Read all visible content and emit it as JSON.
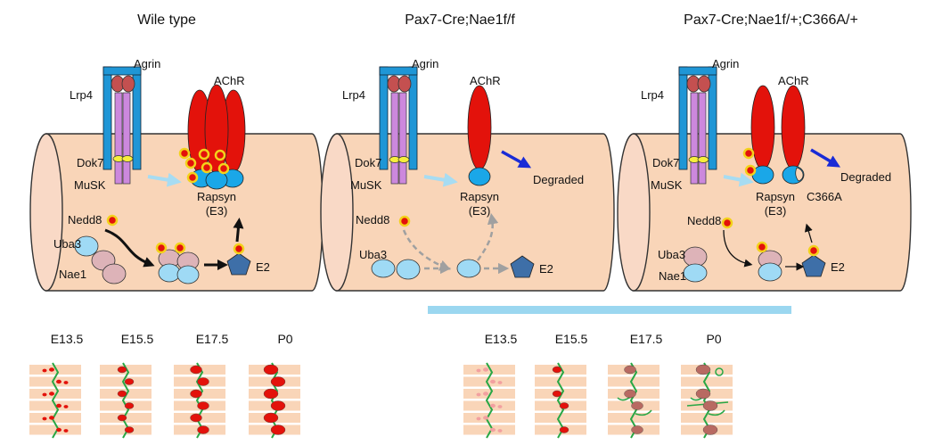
{
  "panels": [
    {
      "title": "Wile type",
      "labels": {
        "agrin": "Agrin",
        "lrp4": "Lrp4",
        "achr": "AChR",
        "dok7": "Dok7",
        "musk": "MuSK",
        "rapsyn": "Rapsyn",
        "e3": "(E3)",
        "nedd8": "Nedd8",
        "uba3": "Uba3",
        "nae1": "Nae1",
        "e2": "E2"
      }
    },
    {
      "title": "Pax7-Cre;Nae1f/f",
      "labels": {
        "agrin": "Agrin",
        "lrp4": "Lrp4",
        "achr": "AChR",
        "dok7": "Dok7",
        "musk": "MuSK",
        "rapsyn": "Rapsyn",
        "e3": "(E3)",
        "nedd8": "Nedd8",
        "uba3": "Uba3",
        "e2": "E2",
        "degraded": "Degraded"
      }
    },
    {
      "title": "Pax7-Cre;Nae1f/+;C366A/+",
      "labels": {
        "agrin": "Agrin",
        "lrp4": "Lrp4",
        "achr": "AChR",
        "dok7": "Dok7",
        "musk": "MuSK",
        "rapsyn": "Rapsyn",
        "e3": "(E3)",
        "nedd8": "Nedd8",
        "uba3": "Uba3",
        "nae1": "Nae1",
        "e2": "E2",
        "degraded": "Degraded",
        "mutant": "C366A"
      }
    }
  ],
  "timeline_left": [
    "E13.5",
    "E15.5",
    "E17.5",
    "P0"
  ],
  "timeline_right": [
    "E13.5",
    "E15.5",
    "E17.5",
    "P0"
  ],
  "colors": {
    "muscle": "#f9d5b8",
    "receptor": "#e3120b",
    "rapsyn": "#1aa7e8",
    "lrp4": "#1f96d6",
    "musk": "#cc88dd",
    "agrin": "#c45050",
    "nedd8_ring": "#e8c817",
    "uba3": "#9fdaf5",
    "nae1": "#ddb3b8",
    "e2": "#3e6fa8",
    "degraded_arrow": "#1a2bd6",
    "nerve": "#28a745",
    "separator": "#9bd7f0"
  }
}
